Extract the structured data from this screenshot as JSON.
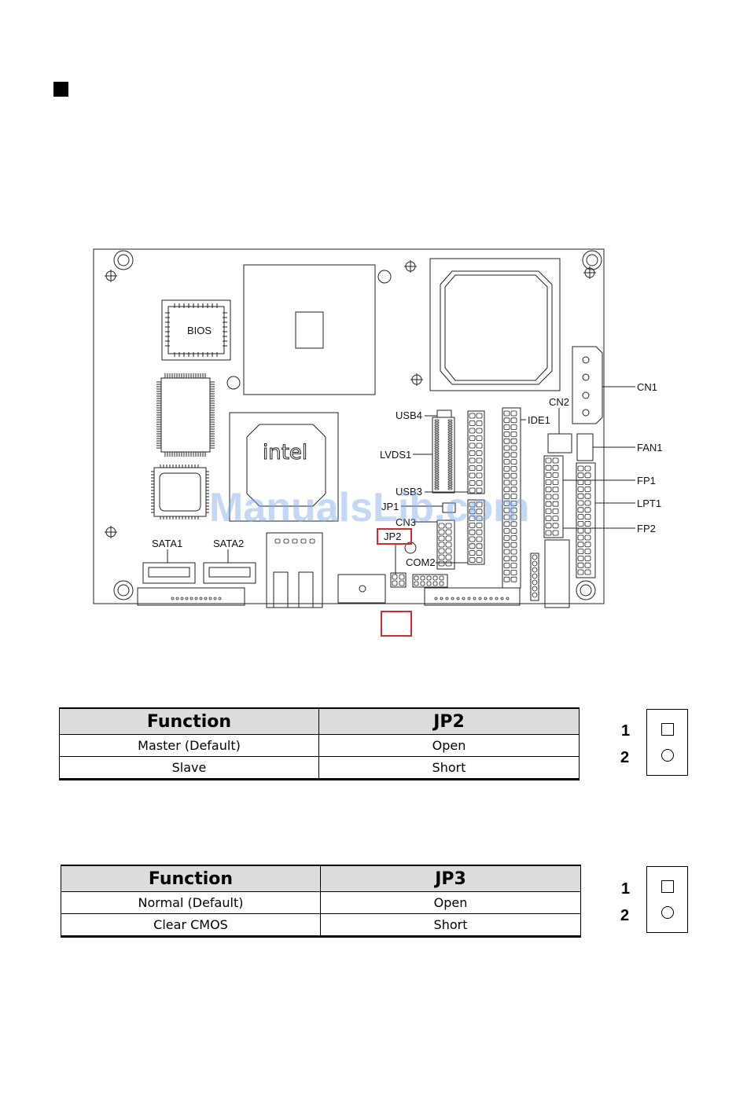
{
  "board": {
    "watermark": "ManualsLib.com",
    "chips": {
      "bios": "BIOS",
      "intel": "intel"
    },
    "labels": {
      "usb4": "USB4",
      "lvds1": "LVDS1",
      "usb3": "USB3",
      "jp1": "JP1",
      "cn3": "CN3",
      "jp2": "JP2",
      "com2": "COM2",
      "ide1": "IDE1",
      "cn2": "CN2",
      "cn1": "CN1",
      "fan1": "FAN1",
      "fp1": "FP1",
      "lpt1": "LPT1",
      "fp2": "FP2",
      "sata1": "SATA1",
      "sata2": "SATA2"
    }
  },
  "tables": [
    {
      "headers": [
        "Function",
        "JP2"
      ],
      "rows": [
        [
          "Master (Default)",
          "Open"
        ],
        [
          "Slave",
          "Short"
        ]
      ],
      "pins": [
        "1",
        "2"
      ]
    },
    {
      "headers": [
        "Function",
        "JP3"
      ],
      "rows": [
        [
          "Normal (Default)",
          "Open"
        ],
        [
          "Clear CMOS",
          "Short"
        ]
      ],
      "pins": [
        "1",
        "2"
      ]
    }
  ],
  "colors": {
    "highlight": "#d42a2a",
    "header_fill": "#dcdcdc"
  }
}
